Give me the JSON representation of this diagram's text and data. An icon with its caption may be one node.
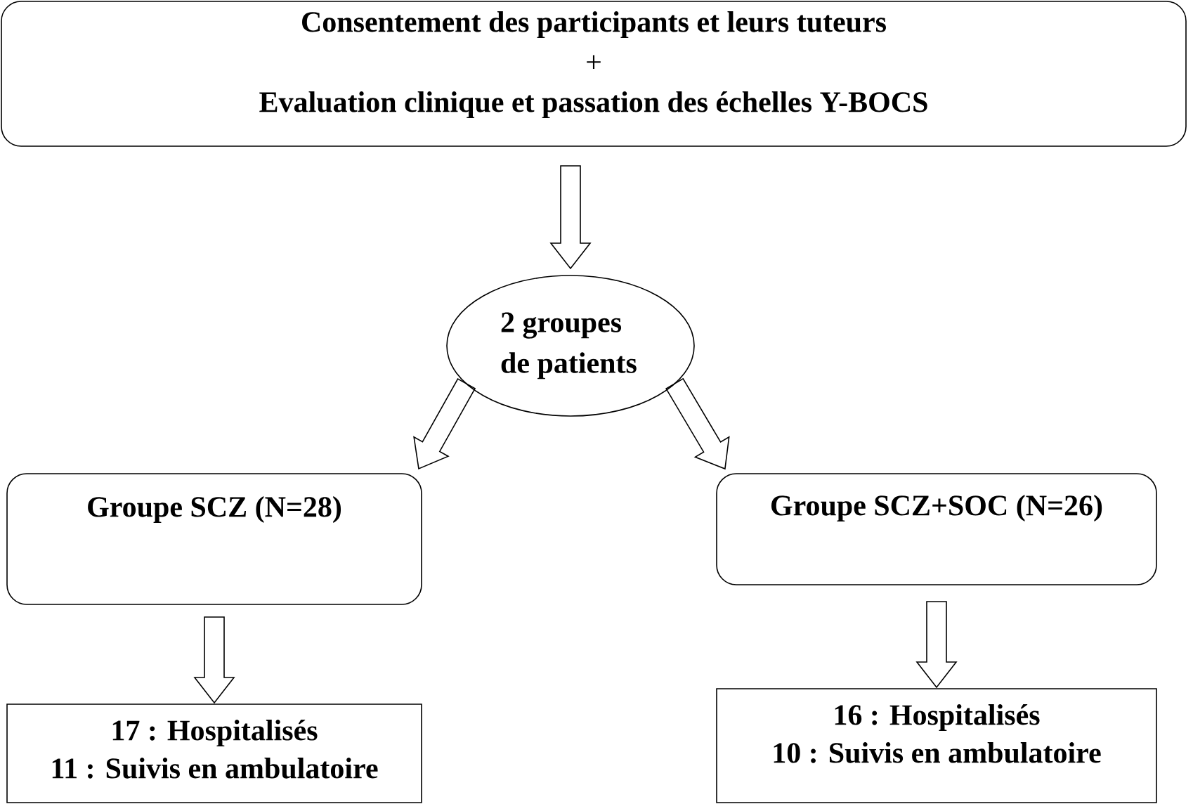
{
  "diagram": {
    "nodes": [
      {
        "text": [
          "Consentement des participants et leurs tuteurs",
          "+",
          "Evaluation clinique et passation des échelles Y-BOCS"
        ]
      },
      {
        "text": [
          "2 groupes de patients"
        ]
      },
      {
        "text": [
          "Groupe SCZ (N=28)"
        ]
      },
      {
        "text": [
          "Groupe SCZ+SOC (N=26)"
        ]
      },
      {
        "text": [
          "17 : Hospitalisés",
          "11 : Suivis en ambulatoire"
        ]
      },
      {
        "text": [
          "16 : Hospitalisés",
          "10 : Suivis en ambulatoire"
        ]
      }
    ],
    "edges": [
      {
        "from": 0,
        "to": 1,
        "arrow": "to"
      },
      {
        "from": 1,
        "to": 2,
        "arrow": "to"
      },
      {
        "from": 1,
        "to": 3,
        "arrow": "to"
      },
      {
        "from": 2,
        "to": 4,
        "arrow": "to"
      },
      {
        "from": 3,
        "to": 5,
        "arrow": "to"
      }
    ]
  }
}
